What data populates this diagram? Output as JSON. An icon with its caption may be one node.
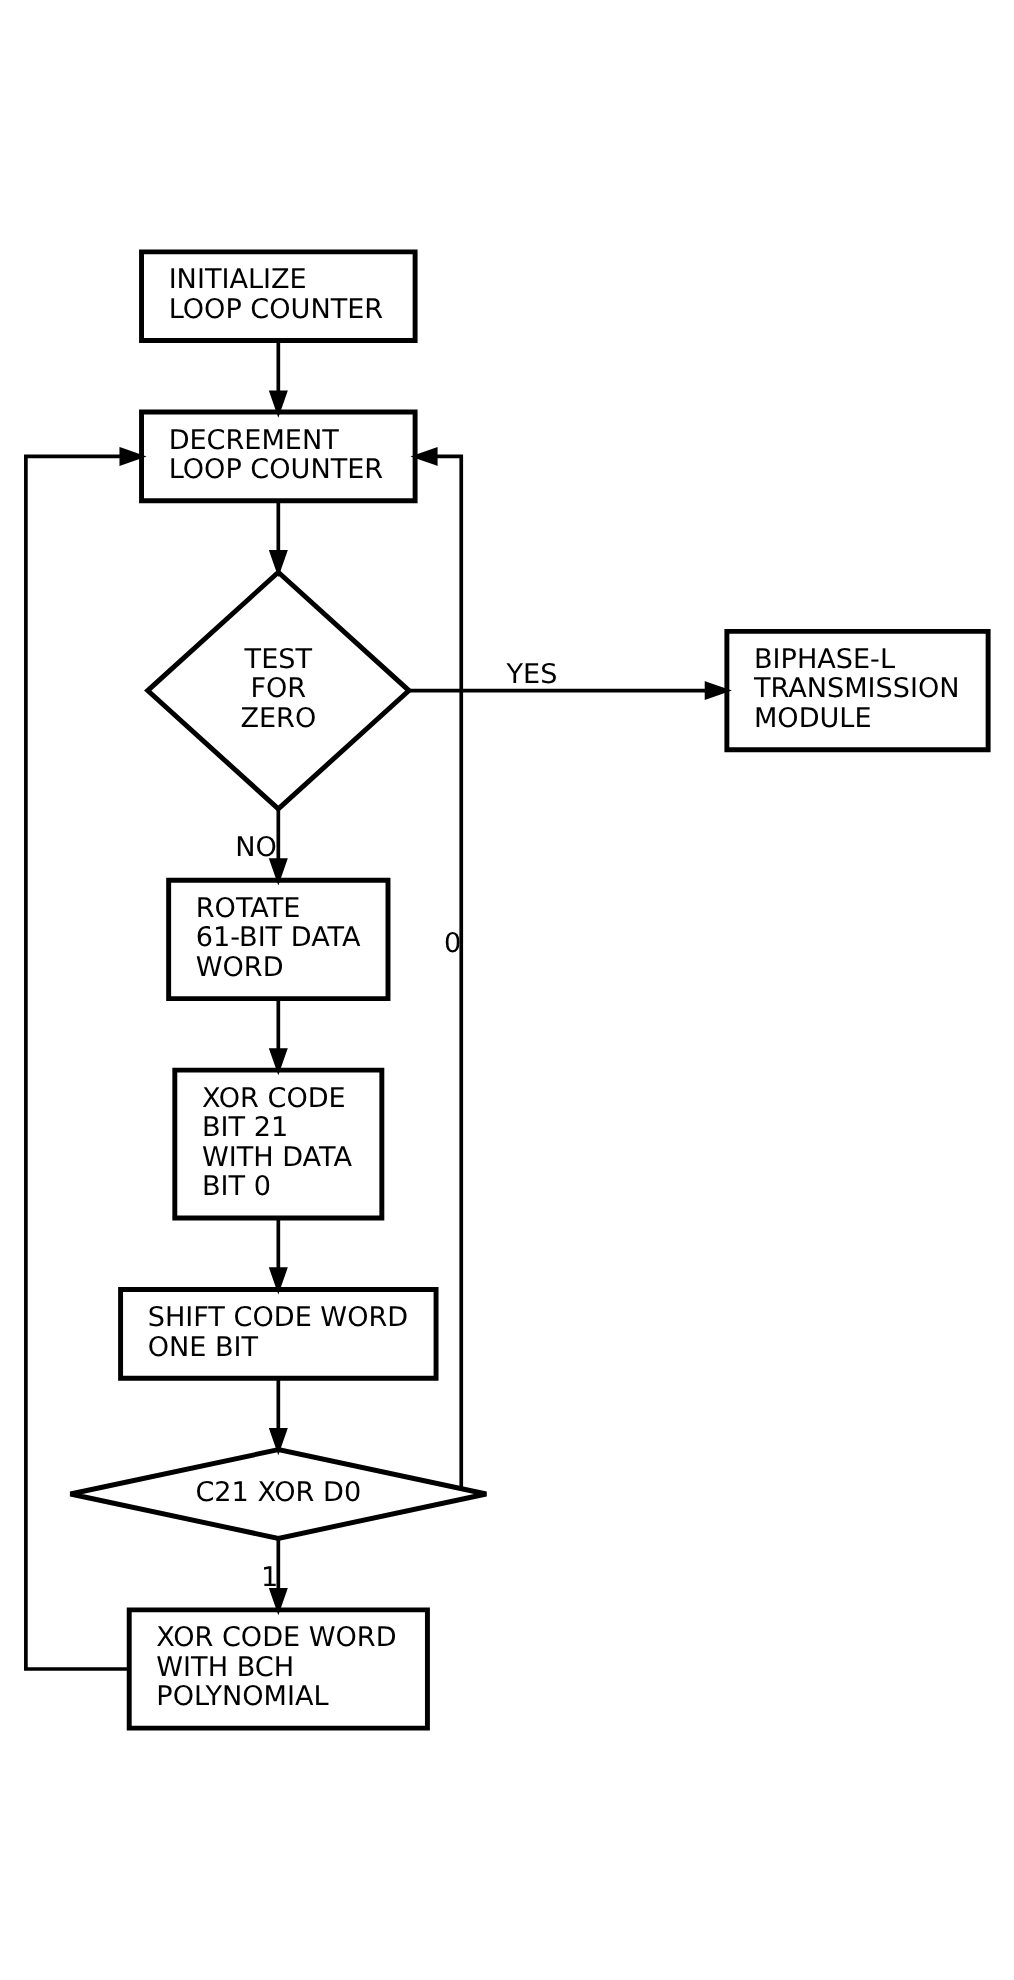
{
  "diagram": {
    "nodes": [
      {
        "text": [
          "INITIALIZE LOOP COUNTER"
        ]
      },
      {
        "text": [
          "DECREMENT LOOP COUNTER"
        ]
      },
      {
        "text": [
          "TEST FOR ZERO"
        ]
      },
      {
        "text": [
          "BIPHASE-L TRANSMISSION MODULE"
        ]
      },
      {
        "text": [
          "ROTATE 61-BIT DATA WORD"
        ]
      },
      {
        "text": [
          "XOR CODE BIT 21 WITH DATA BIT 0"
        ]
      },
      {
        "text": [
          "SHIFT CODE WORD ONE BIT"
        ]
      },
      {
        "text": [
          "C21 XOR D0"
        ]
      },
      {
        "text": [
          "XOR CODE WORD WITH BCH POLYNOMIAL"
        ]
      }
    ],
    "edges": [
      {
        "from": 0,
        "to": 1,
        "arrow": "to"
      },
      {
        "from": 1,
        "to": 2,
        "arrow": "to"
      },
      {
        "from": 2,
        "to": 3,
        "arrow": "to",
        "label": "YES"
      },
      {
        "from": 2,
        "to": 4,
        "arrow": "to",
        "label": "NO"
      },
      {
        "from": 4,
        "to": 5,
        "arrow": "to"
      },
      {
        "from": 5,
        "to": 6,
        "arrow": "to"
      },
      {
        "from": 6,
        "to": 7,
        "arrow": "to"
      },
      {
        "from": 7,
        "to": 1,
        "arrow": "to",
        "label": "0"
      },
      {
        "from": 7,
        "to": 8,
        "arrow": "to",
        "label": "1"
      },
      {
        "from": 8,
        "to": 1,
        "arrow": "to"
      }
    ]
  }
}
